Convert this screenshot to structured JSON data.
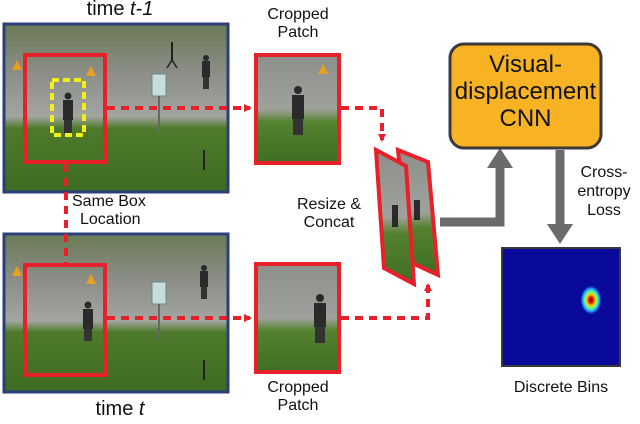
{
  "frames": {
    "top_title_prefix": "time ",
    "top_title_var": "t-1",
    "bottom_title_prefix": "time ",
    "bottom_title_var": "t"
  },
  "labels": {
    "same_box_line1": "Same Box",
    "same_box_line2": "Location",
    "cropped_top_line1": "Cropped",
    "cropped_top_line2": "Patch",
    "cropped_bottom_line1": "Cropped",
    "cropped_bottom_line2": "Patch",
    "resize_line1": "Resize &",
    "resize_line2": "Concat"
  },
  "cnn": {
    "line1": "Visual-",
    "line2": "displacement",
    "line3": "CNN"
  },
  "loss": {
    "line1": "Cross-",
    "line2": "entropy",
    "line3": "Loss"
  },
  "output": {
    "caption": "Discrete Bins"
  },
  "colors": {
    "frame_border": "#2b3f7a",
    "box_red": "#e8202a",
    "box_yellow": "#f4ee1a",
    "cnn_fill": "#f7b323",
    "arrow_gray": "#6b6b6b",
    "heatmap_bg": "#0a0a9a"
  }
}
